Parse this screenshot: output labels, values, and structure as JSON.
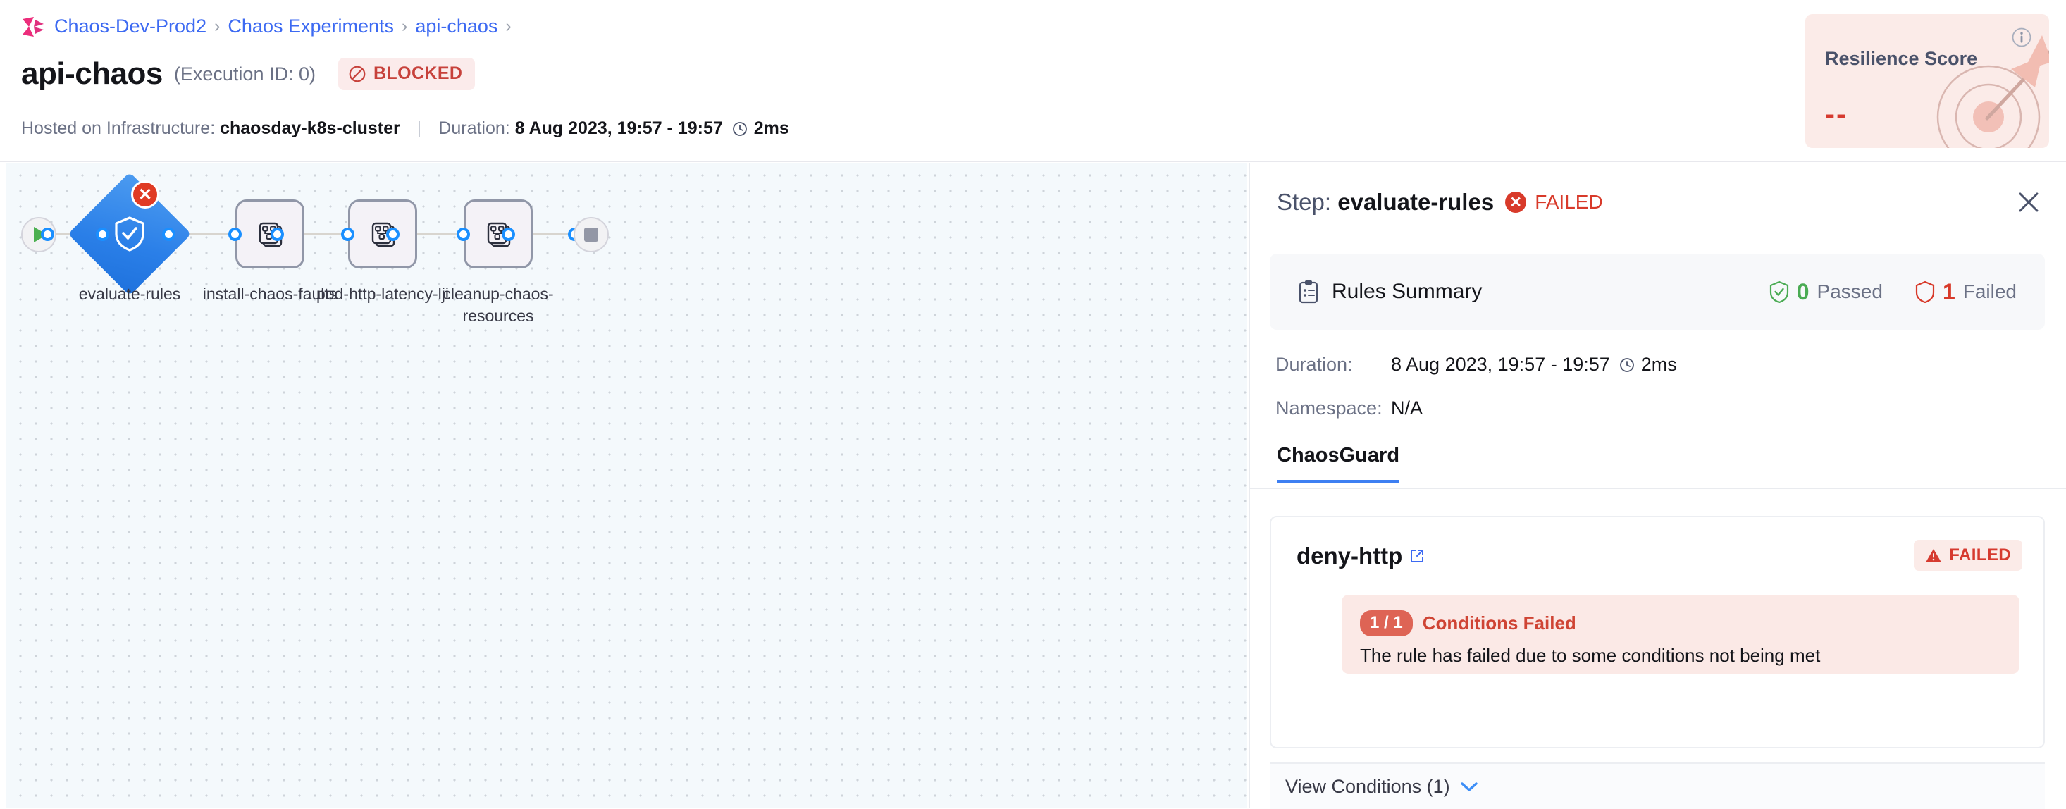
{
  "breadcrumb": {
    "logo_icon": "harness-logo-icon",
    "items": [
      "Chaos-Dev-Prod2",
      "Chaos Experiments",
      "api-chaos"
    ],
    "separator": "›",
    "trailing_separator": "›"
  },
  "header": {
    "title": "api-chaos",
    "execution_id": "(Execution ID: 0)",
    "status_badge": {
      "label": "BLOCKED",
      "icon": "ban-icon",
      "color": "#c7413b",
      "background": "#fbebeb"
    },
    "infra_label": "Hosted on Infrastructure:",
    "infra_value": "chaosday-k8s-cluster",
    "divider": "|",
    "duration_label": "Duration:",
    "duration_value": "8 Aug 2023, 19:57 - 19:57",
    "duration_icon": "clock-icon",
    "duration_elapsed": "2ms"
  },
  "resilience": {
    "title": "Resilience Score",
    "value": "--",
    "info_icon": "info-circle-icon",
    "art_icon": "target-dart-icon",
    "background": "#fbebe8",
    "value_color": "#d63a2f"
  },
  "canvas": {
    "start_node": {
      "name": "start-node",
      "icon": "play-icon"
    },
    "end_node": {
      "name": "end-node",
      "icon": "stop-icon"
    },
    "nodes": [
      {
        "id": "evaluate-rules",
        "label": "evaluate-rules",
        "shape": "diamond",
        "icon": "shield-check-icon",
        "status": "failed",
        "badge_icon": "error-x-icon",
        "color": "#2a7fe8"
      },
      {
        "id": "install-chaos-faults",
        "label": "install-chaos-faults",
        "shape": "box",
        "icon": "chaos-fault-icon"
      },
      {
        "id": "pod-http-latency-lji",
        "label": "pod-http-latency-lji",
        "shape": "box",
        "icon": "chaos-fault-icon"
      },
      {
        "id": "cleanup-chaos-resources",
        "label": "cleanup-chaos-resources",
        "shape": "box",
        "icon": "chaos-fault-icon"
      }
    ]
  },
  "panel": {
    "step_prefix": "Step:",
    "step_name": "evaluate-rules",
    "step_status": "FAILED",
    "status_icon": "error-x-icon",
    "close_icon": "close-icon",
    "summary": {
      "icon": "clipboard-icon",
      "label": "Rules Summary",
      "passed_count": "0",
      "passed_label": "Passed",
      "passed_icon": "shield-check-icon",
      "failed_count": "1",
      "failed_label": "Failed",
      "failed_icon": "shield-outline-icon"
    },
    "details": {
      "duration_key": "Duration:",
      "duration_value": "8 Aug 2023, 19:57 - 19:57",
      "duration_icon": "clock-icon",
      "duration_elapsed": "2ms",
      "namespace_key": "Namespace:",
      "namespace_value": "N/A"
    },
    "tabs": [
      {
        "label": "ChaosGuard",
        "active": true
      }
    ],
    "rule": {
      "name": "deny-http",
      "link_icon": "external-link-icon",
      "badge_label": "FAILED",
      "badge_icon": "warning-triangle-icon",
      "condition_pill": "1 / 1",
      "condition_title": "Conditions Failed",
      "condition_desc": "The rule has failed due to some conditions not being met"
    },
    "view_conditions": {
      "label": "View Conditions (1)",
      "chevron_icon": "chevron-down-icon"
    }
  }
}
